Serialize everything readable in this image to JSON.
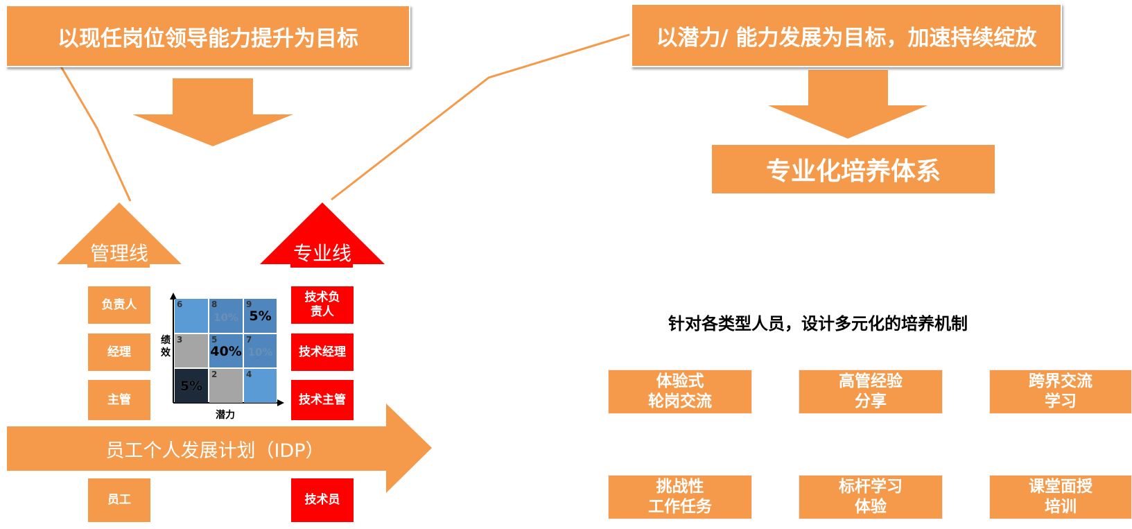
{
  "left_goal": "以现任岗位领导能力提升为目标",
  "right_goal": "以潜力/ 能力发展为目标，加速持续绽放",
  "system_title": "专业化培养体系",
  "mechanism_heading": "针对各类型人员，设计多元化的培养机制",
  "management_line": {
    "label": "管理线",
    "rungs": [
      "负责人",
      "经理",
      "主管",
      "员工"
    ]
  },
  "professional_line": {
    "label": "专业线",
    "rungs": [
      "技术负\n责人",
      "技术经理",
      "技术主管",
      "技术员"
    ]
  },
  "idp_label": "员工个人发展计划（IDP）",
  "nine_box": {
    "y_axis": "绩\n效",
    "x_axis": "潜力",
    "cells": [
      {
        "num": "6",
        "pct": ""
      },
      {
        "num": "8",
        "pct": "10%"
      },
      {
        "num": "9",
        "pct": "5%"
      },
      {
        "num": "3",
        "pct": ""
      },
      {
        "num": "5",
        "pct": "40%"
      },
      {
        "num": "7",
        "pct": "10%"
      },
      {
        "num": "",
        "pct": "5%"
      },
      {
        "num": "2",
        "pct": ""
      },
      {
        "num": "4",
        "pct": ""
      }
    ]
  },
  "mechanisms": [
    "体验式\n轮岗交流",
    "高管经验\n分享",
    "跨界交流\n学习",
    "挑战性\n工作任务",
    "标杆学习\n体验",
    "课堂面授\n培训"
  ],
  "colors": {
    "orange": "#f59a4a",
    "red": "#ff0000",
    "steel_blue": "#4f86bd",
    "light_blue": "#5b9bd5",
    "gray": "#a5a5a5",
    "dark_navy": "#1c2a3a"
  }
}
